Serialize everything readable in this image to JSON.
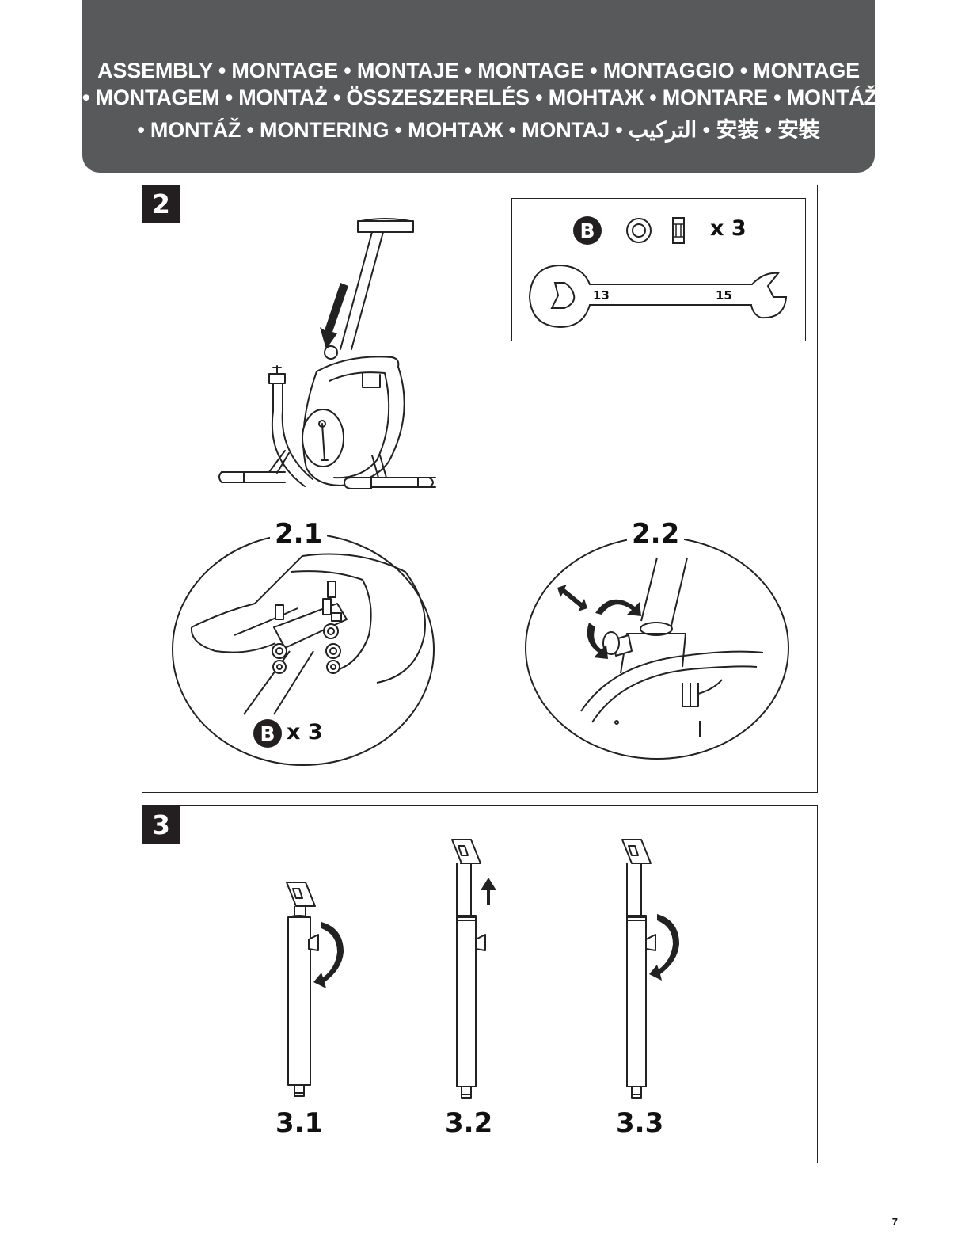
{
  "header": {
    "line1": "ASSEMBLY  •  MONTAGE  •  MONTAJE  •  MONTAGE  •  MONTAGGIO  •  MONTAGE",
    "line2": "• MONTAGEM  • MONTAŻ • ÖSSZESZERELÉS • MOHTAЖ • MONTARE • MONTÁŽ",
    "line3": "• MONTÁŽ • MONTERING • MOHTAЖ • MONTAJ • التركيب • 安装  • 安裝"
  },
  "step2": {
    "number": "2",
    "parts": {
      "badge_letter": "B",
      "quantity": "x 3"
    },
    "wrench": {
      "size_left": "13",
      "size_right": "15"
    },
    "detail_1": {
      "label": "2.1",
      "badge_letter": "B",
      "quantity": "x 3"
    },
    "detail_2": {
      "label": "2.2"
    }
  },
  "step3": {
    "number": "3",
    "sub_steps": [
      {
        "label": "3.1"
      },
      {
        "label": "3.2"
      },
      {
        "label": "3.3"
      }
    ]
  },
  "page_number": "7",
  "colors": {
    "header_bg": "#58595b",
    "badge_bg": "#231f20",
    "line": "#222222"
  }
}
